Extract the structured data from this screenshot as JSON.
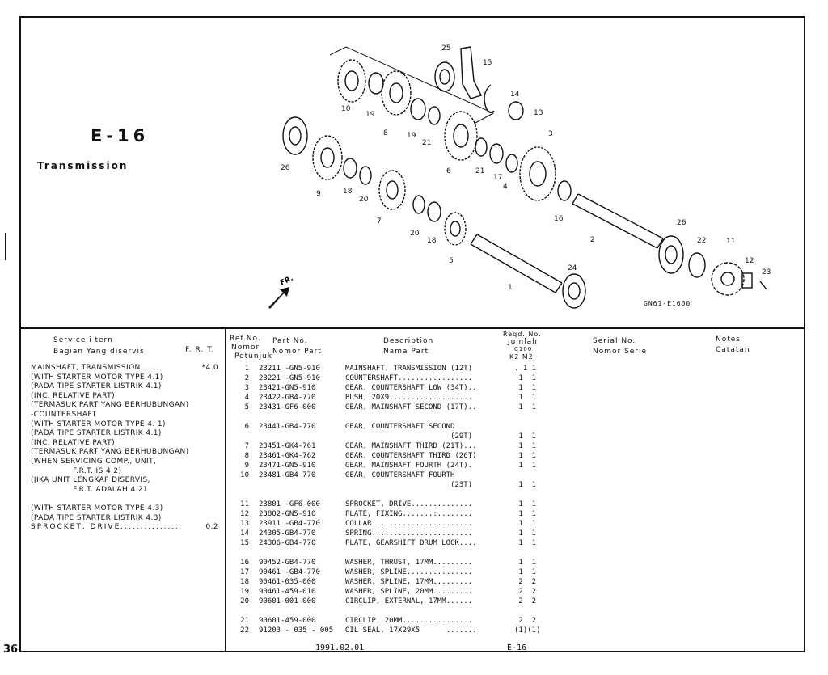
{
  "section": {
    "code": "E-16",
    "name": "Transmission"
  },
  "diagram": {
    "ref_code": "GN61-E1600",
    "fr_label": "FR.",
    "callouts": [
      "25",
      "15",
      "10",
      "19",
      "8",
      "14",
      "13",
      "19",
      "21",
      "3",
      "26",
      "6",
      "21",
      "17",
      "4",
      "9",
      "18",
      "20",
      "7",
      "16",
      "2",
      "26",
      "22",
      "11",
      "12",
      "20",
      "18",
      "5",
      "24",
      "23",
      "1"
    ]
  },
  "left_table": {
    "header": {
      "col1": "Service  i tern",
      "col1_sub": "Bagian Yang diservis",
      "col2": "F. R. T."
    },
    "rows": [
      {
        "text": "MAINSHAFT, TRANSMISSION.......",
        "value": "*4.0"
      },
      {
        "text": "(WITH STARTER MOTOR TYPE 4.1)",
        "value": ""
      },
      {
        "text": "(PADA TIPE STARTER LISTRIK 4.1)",
        "value": ""
      },
      {
        "text": "(INC. RELATIVE PART)",
        "value": ""
      },
      {
        "text": "(TERMASUK PART YANG BERHUBUNGAN)",
        "value": ""
      },
      {
        "text": "-COUNTERSHAFT",
        "value": ""
      },
      {
        "text": "(WITH STARTER MOTOR TYPE 4. 1)",
        "value": ""
      },
      {
        "text": "(PADA TIPE STARTER LISTRIK 4.1)",
        "value": ""
      },
      {
        "text": "(INC. RELATIVE PART)",
        "value": ""
      },
      {
        "text": "(TERMASUK PART YANG BERHUBUNGAN)",
        "value": ""
      },
      {
        "text": "(WHEN SERVICING COMP., UNIT,",
        "value": ""
      },
      {
        "text": "                F.R.T. IS 4.2)",
        "value": ""
      },
      {
        "text": "(JIKA UNIT LENGKAP DISERVIS,",
        "value": ""
      },
      {
        "text": "                F.R.T. ADALAH 4.21",
        "value": ""
      },
      {
        "text": "",
        "value": ""
      },
      {
        "text": "(WITH STARTER MOTOR TYPE 4.3)",
        "value": ""
      },
      {
        "text": "(PADA TIPE STARTER LISTRIK 4.3)",
        "value": ""
      },
      {
        "text": "SPROCKET, DRIVE...............",
        "value": "0.2"
      }
    ]
  },
  "main_table": {
    "header": {
      "ref_no": "Ref.No.",
      "ref_nomor": "Nomor",
      "ref_petunjuk": "Petunjuk",
      "part_no": "Part No.",
      "part_nomor": "Nomor Part",
      "description": "Description",
      "nama_part": "Nama Part",
      "reqd_no": "Reqd. No.",
      "jumlah": "Jumlah",
      "c100": "C100",
      "k2_m2": "K2  M2",
      "serial_no": "Serial No.",
      "nomor_serie": "Nomor Serie",
      "notes": "Notes",
      "catatan": "Catatan"
    },
    "rows": [
      {
        "ref": "1",
        "part": "23211 -GN5-910",
        "desc": "MAINSHAFT, TRANSMISSION (12T)",
        "qty": ". 1 1"
      },
      {
        "ref": "2",
        "part": "23221 -GN5-910",
        "desc": "COUNTERSHAFT.................",
        "qty": " 1  1"
      },
      {
        "ref": "3",
        "part": "23421-GN5-910",
        "desc": "GEAR, COUNTERSHAFT LOW (34T)..",
        "qty": " 1  1"
      },
      {
        "ref": "4",
        "part": "23422-GB4-770",
        "desc": "BUSH, 20X9...................",
        "qty": " 1  1"
      },
      {
        "ref": "5",
        "part": "23431-GF6-000",
        "desc": "GEAR, MAINSHAFT SECOND (17T)..",
        "qty": " 1  1"
      },
      {
        "ref": "",
        "part": "",
        "desc": "",
        "qty": ""
      },
      {
        "ref": "6",
        "part": "23441-GB4-770",
        "desc": "GEAR, COUNTERSHAFT SECOND",
        "qty": ""
      },
      {
        "ref": "",
        "part": "",
        "desc": "                        (29T)",
        "qty": " 1  1"
      },
      {
        "ref": "7",
        "part": "23451-GK4-761",
        "desc": "GEAR, MAINSHAFT THIRD (21T)...",
        "qty": " 1  1"
      },
      {
        "ref": "8",
        "part": "23461-GK4-762",
        "desc": "GEAR, COUNTERSHAFT THIRD (26T)",
        "qty": " 1  1"
      },
      {
        "ref": "9",
        "part": "23471-GN5-910",
        "desc": "GEAR, MAINSHAFT FOURTH (24T).",
        "qty": " 1  1"
      },
      {
        "ref": "10",
        "part": "23481-GB4-770",
        "desc": "GEAR, COUNTERSHAFT FOURTH",
        "qty": ""
      },
      {
        "ref": "",
        "part": "",
        "desc": "                        (23T)",
        "qty": " 1  1"
      },
      {
        "ref": "",
        "part": "",
        "desc": "",
        "qty": ""
      },
      {
        "ref": "11",
        "part": "23801 -GF6-000",
        "desc": "SPROCKET, DRIVE..............",
        "qty": " 1  1"
      },
      {
        "ref": "12",
        "part": "23802-GN5-910",
        "desc": "PLATE, FIXING.......:........",
        "qty": " 1  1"
      },
      {
        "ref": "13",
        "part": "23911 -GB4-770",
        "desc": "COLLAR.......................",
        "qty": " 1  1"
      },
      {
        "ref": "14",
        "part": "24305-GB4-770",
        "desc": "SPRING.......................",
        "qty": " 1  1"
      },
      {
        "ref": "15",
        "part": "24306-GB4-770",
        "desc": "PLATE, GEARSHIFT DRUM LOCK....",
        "qty": " 1  1"
      },
      {
        "ref": "",
        "part": "",
        "desc": "",
        "qty": ""
      },
      {
        "ref": "16",
        "part": "90452-GB4-770",
        "desc": "WASHER, THRUST, 17MM.........",
        "qty": " 1  1"
      },
      {
        "ref": "17",
        "part": "90461 -GB4-770",
        "desc": "WASHER, SPLINE...............",
        "qty": " 1  1"
      },
      {
        "ref": "18",
        "part": "90461-035-000",
        "desc": "WASHER, SPLINE, 17MM.........",
        "qty": " 2  2"
      },
      {
        "ref": "19",
        "part": "90461-459-010",
        "desc": "WASHER, SPLINE, 20MM.........",
        "qty": " 2  2"
      },
      {
        "ref": "20",
        "part": "90601-001-000",
        "desc": "CIRCLIP, EXTERNAL, 17MM......",
        "qty": " 2  2"
      },
      {
        "ref": "",
        "part": "",
        "desc": "",
        "qty": ""
      },
      {
        "ref": "21",
        "part": "90601-459-000",
        "desc": "CIRCLIP, 20MM................",
        "qty": " 2  2"
      },
      {
        "ref": "22",
        "part": "91203 - 035 - 005",
        "desc": "OIL SEAL, 17X29X5      .......",
        "qty": "(1)(1)"
      }
    ]
  },
  "footer": {
    "date": "1991.02.01",
    "code": "E-16",
    "page": "36"
  }
}
